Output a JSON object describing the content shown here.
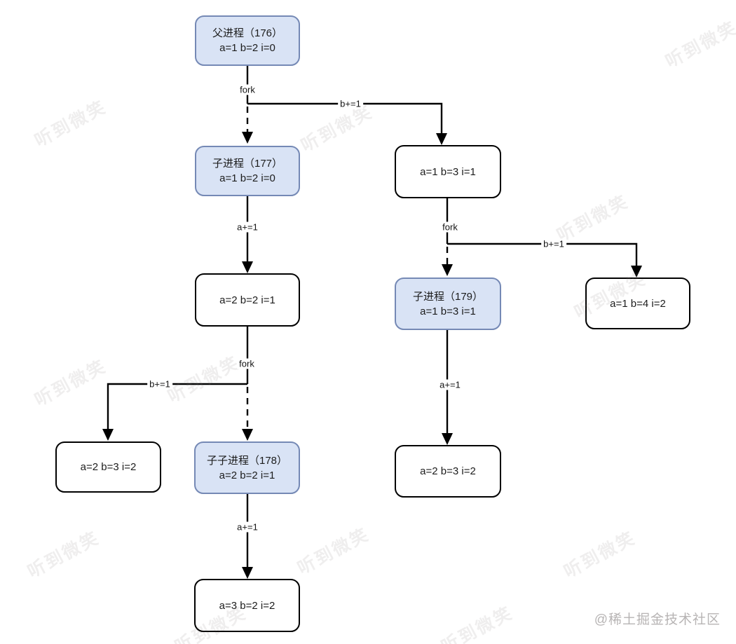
{
  "watermarks": {
    "tile_text": "听到微笑",
    "credit": "@稀土掘金技术社区"
  },
  "colors": {
    "process_node_fill": "#d9e3f5",
    "process_node_border": "#7589b5",
    "state_node_fill": "#ffffff",
    "state_node_border": "#000000",
    "edge_color": "#000000"
  },
  "nodes": {
    "parent176": {
      "title": "父进程（176）",
      "state": "a=1 b=2 i=0"
    },
    "child177": {
      "title": "子进程（177）",
      "state": "a=1 b=2 i=0"
    },
    "state_a1b3i1": {
      "state": "a=1 b=3 i=1"
    },
    "state_a2b2i1": {
      "state": "a=2 b=2 i=1"
    },
    "child179": {
      "title": "子进程（179）",
      "state": "a=1 b=3 i=1"
    },
    "state_a1b4i2": {
      "state": "a=1 b=4 i=2"
    },
    "state_a2b3i2_l": {
      "state": "a=2 b=3 i=2"
    },
    "child178": {
      "title": "子子进程（178）",
      "state": "a=2 b=2 i=1"
    },
    "state_a2b3i2_r": {
      "state": "a=2 b=3 i=2"
    },
    "state_a3b2i2": {
      "state": "a=3 b=2 i=2"
    }
  },
  "edge_labels": {
    "fork1": "fork",
    "fork2": "fork",
    "fork3": "fork",
    "b_plus_1": "b+=1",
    "b_plus_2": "b+=1",
    "b_plus_3": "b+=1",
    "a_plus_1": "a+=1",
    "a_plus_2": "a+=1",
    "a_plus_3": "a+=1"
  }
}
